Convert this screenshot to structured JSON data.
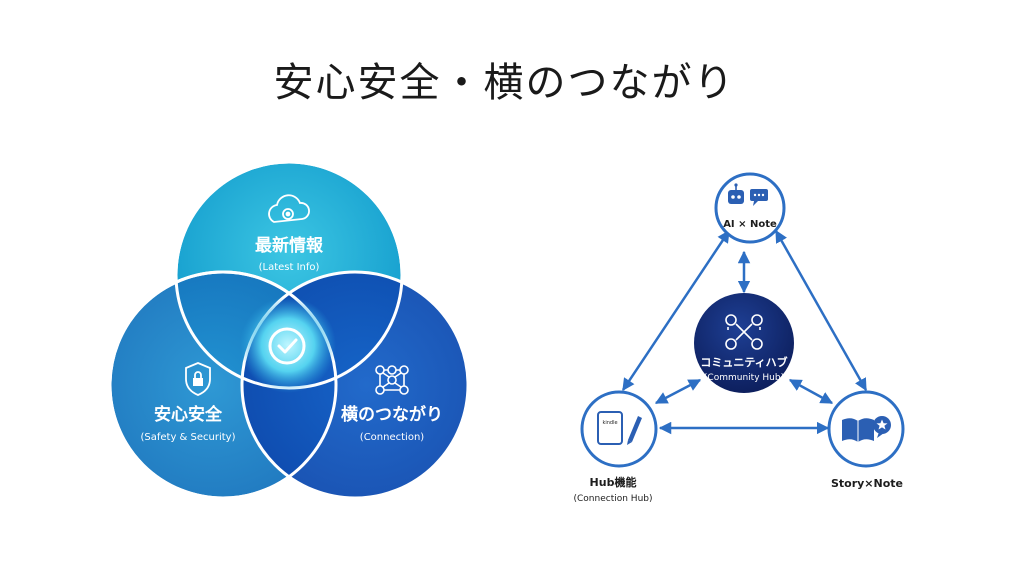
{
  "title": "安心安全・横のつながり",
  "venn": {
    "circles": [
      {
        "label": "最新情報",
        "sublabel": "(Latest Info)",
        "icon": "gear-cloud-icon"
      },
      {
        "label": "安心安全",
        "sublabel": "(Safety & Security)",
        "icon": "shield-lock-icon"
      },
      {
        "label": "横のつながり",
        "sublabel": "(Connection)",
        "icon": "network-people-icon"
      }
    ],
    "center_icon": "check-icon"
  },
  "hub": {
    "center": {
      "label": "コミュニティハブ",
      "sublabel": "(Community Hub)",
      "icon": "community-network-icon"
    },
    "nodes": [
      {
        "label": "AI × Note",
        "icon": "robot-chat-icon"
      },
      {
        "label": "Hub機能",
        "sublabel": "(Connection Hub)",
        "icon": "tablet-pen-icon",
        "tablet_text": "kindle"
      },
      {
        "label": "Story×Note",
        "icon": "book-star-icon"
      }
    ]
  },
  "colors": {
    "teal": "#1fb0d1",
    "blue_mid": "#1878c4",
    "blue_dark": "#0f4fb3",
    "navy": "#0f2467",
    "node_blue": "#2d6fc4"
  }
}
